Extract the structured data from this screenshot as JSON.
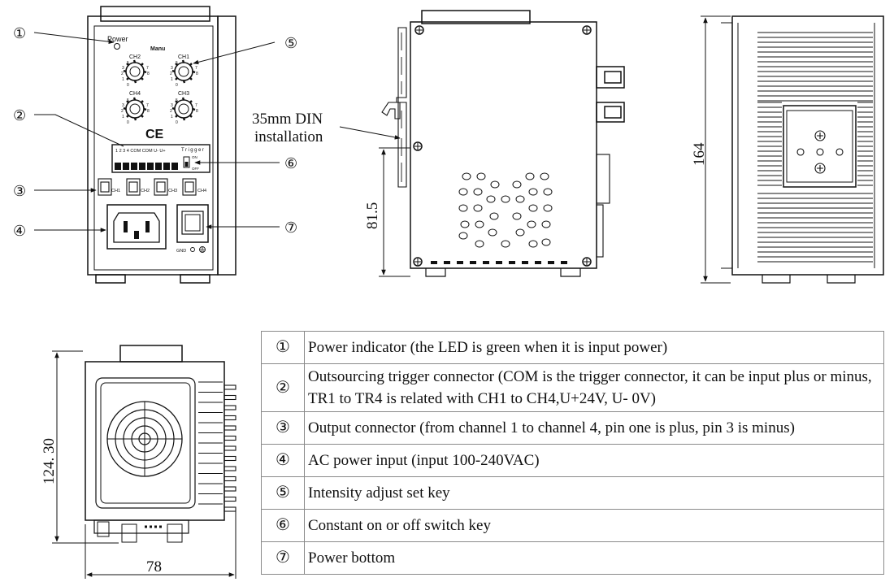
{
  "front_view": {
    "power_label": "Power",
    "manu_label": "Manu",
    "knobs": [
      {
        "label": "CH2",
        "scale": [
          "1",
          "2",
          "3",
          "4",
          "5",
          "6",
          "7",
          "8",
          "9",
          "0"
        ]
      },
      {
        "label": "CH1",
        "scale": [
          "1",
          "2",
          "3",
          "4",
          "5",
          "6",
          "7",
          "8",
          "9",
          "0"
        ]
      },
      {
        "label": "CH4",
        "scale": [
          "1",
          "2",
          "3",
          "4",
          "5",
          "6",
          "7",
          "8",
          "9",
          "0"
        ]
      },
      {
        "label": "CH3",
        "scale": [
          "1",
          "2",
          "3",
          "4",
          "5",
          "6",
          "7",
          "8",
          "9",
          "0"
        ]
      }
    ],
    "ce_mark": "CE",
    "terminal_labels": "1  2  3  4  COM COM U-  U+",
    "trigger_label": "Trigger",
    "switch_on": "ON",
    "switch_off": "OFF",
    "output_labels": [
      "CH1",
      "CH2",
      "CH3",
      "CH4"
    ],
    "gnd_label": "GND"
  },
  "callouts": [
    "①",
    "②",
    "③",
    "④",
    "⑤",
    "⑥",
    "⑦"
  ],
  "side_view": {
    "din_label_line1": "35mm DIN",
    "din_label_line2": "installation",
    "dim_height_half": "81.5"
  },
  "rear_view": {
    "dim_height": "164"
  },
  "bottom_view": {
    "dim_height": "124. 30",
    "dim_width": "78"
  },
  "legend": [
    {
      "num": "①",
      "text": "Power indicator (the LED is green when it is input power)"
    },
    {
      "num": "②",
      "text": "Outsourcing trigger connector (COM is the trigger connector, it can be input plus or minus, TR1 to TR4 is related with CH1 to CH4,U+24V, U- 0V)"
    },
    {
      "num": "③",
      "text": "Output connector (from channel 1 to channel 4, pin one is plus, pin 3 is minus)"
    },
    {
      "num": "④",
      "text": "AC power input (input 100-240VAC)"
    },
    {
      "num": "⑤",
      "text": "Intensity adjust set key"
    },
    {
      "num": "⑥",
      "text": "Constant on or off switch key"
    },
    {
      "num": "⑦",
      "text": "Power bottom"
    }
  ]
}
